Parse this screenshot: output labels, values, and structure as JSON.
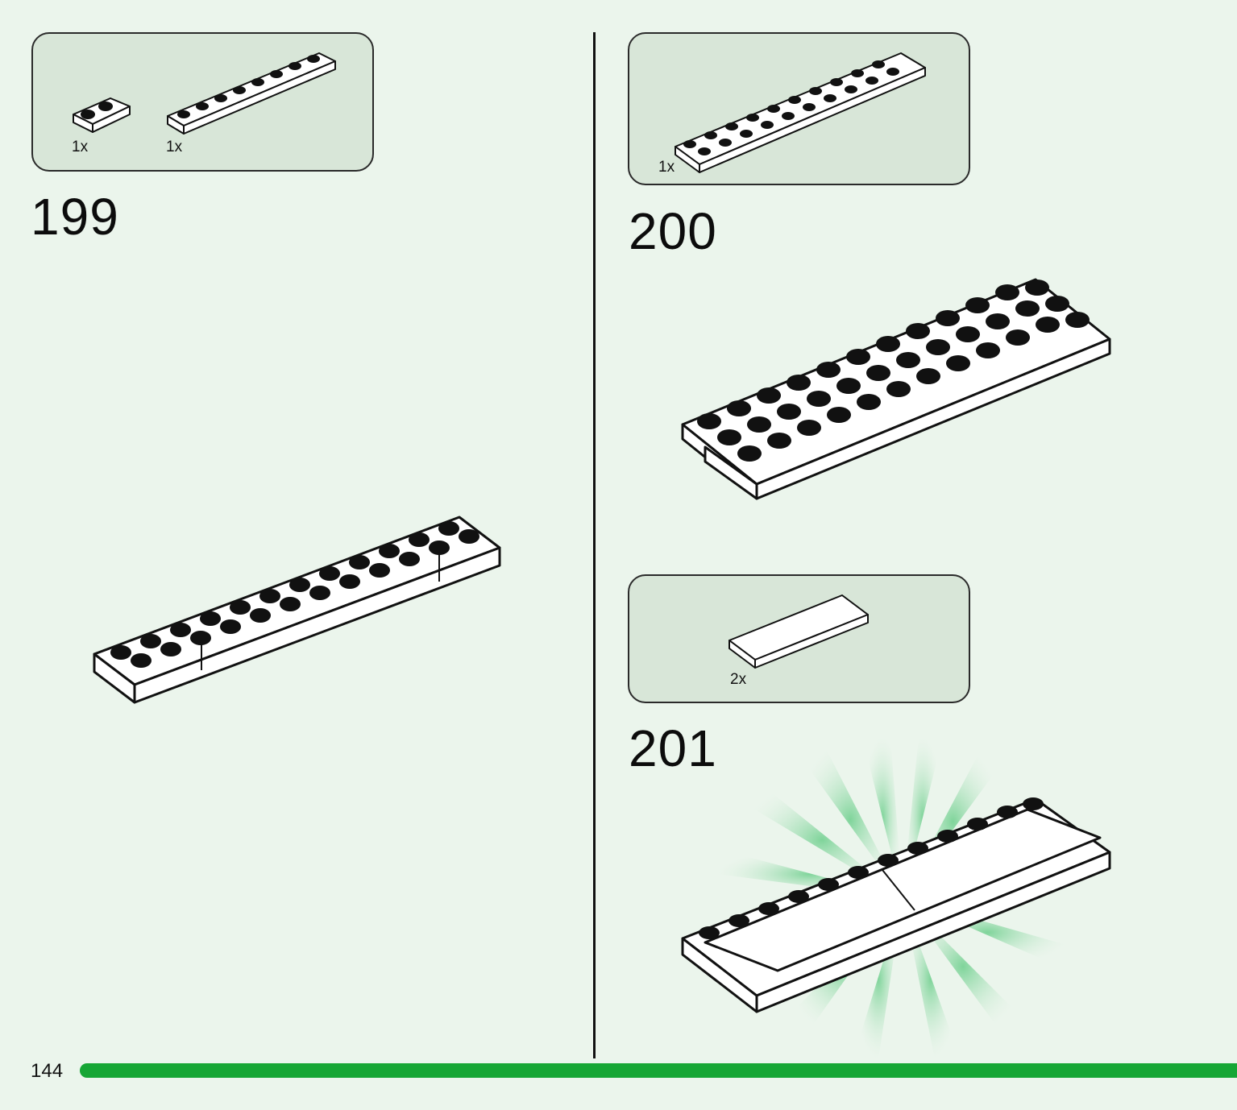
{
  "page": {
    "number": "144",
    "accent_color": "#16a635",
    "background": "#ebf5ec",
    "parts_box_color": "#d8e6d8"
  },
  "steps": [
    {
      "number": "199",
      "parts": [
        {
          "qty": "1x",
          "part": "plate-1x2"
        },
        {
          "qty": "1x",
          "part": "plate-1x8"
        }
      ]
    },
    {
      "number": "200",
      "parts": [
        {
          "qty": "1x",
          "part": "plate-2x10"
        }
      ]
    },
    {
      "number": "201",
      "parts": [
        {
          "qty": "2x",
          "part": "tile-2x6"
        }
      ]
    }
  ]
}
